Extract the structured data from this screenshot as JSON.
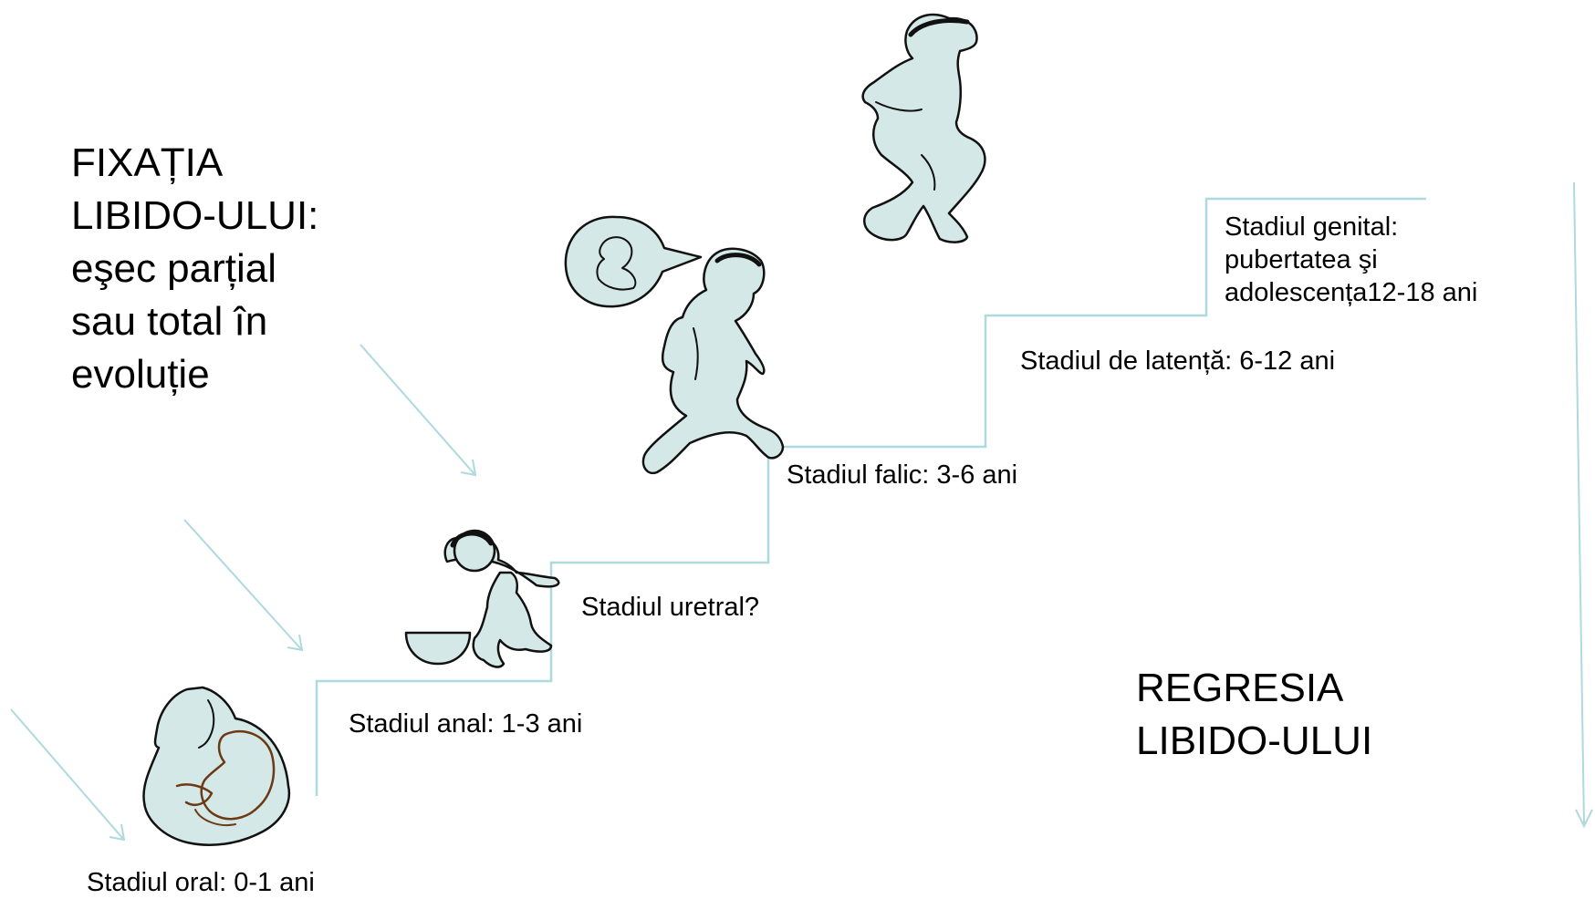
{
  "fixation": {
    "lines": [
      "FIXAȚIA",
      "LIBIDO-ULUI:",
      "eşec parțial",
      "sau total în",
      "evoluție"
    ]
  },
  "regression": {
    "lines": [
      "REGRESIA",
      "LIBIDO-ULUI"
    ]
  },
  "stages": {
    "oral": "Stadiul oral: 0-1 ani",
    "anal": "Stadiul anal: 1-3 ani",
    "uretral": "Stadiul uretral?",
    "falic": "Stadiul falic: 3-6 ani",
    "latenta": "Stadiul de latență: 6-12 ani",
    "genital": {
      "lines": [
        "Stadiul genital:",
        "pubertatea şi",
        "adolescența12-18 ani"
      ]
    }
  },
  "colors": {
    "line": "#aed9dd",
    "figure_fill": "#d4e8e8",
    "figure_stroke": "#111111",
    "baby_stroke": "#6b3a14"
  },
  "icons": [
    "mother-and-baby-icon",
    "toddler-on-potty-icon",
    "walking-child-icon",
    "thought-bubble-icon",
    "adolescent-icon"
  ]
}
